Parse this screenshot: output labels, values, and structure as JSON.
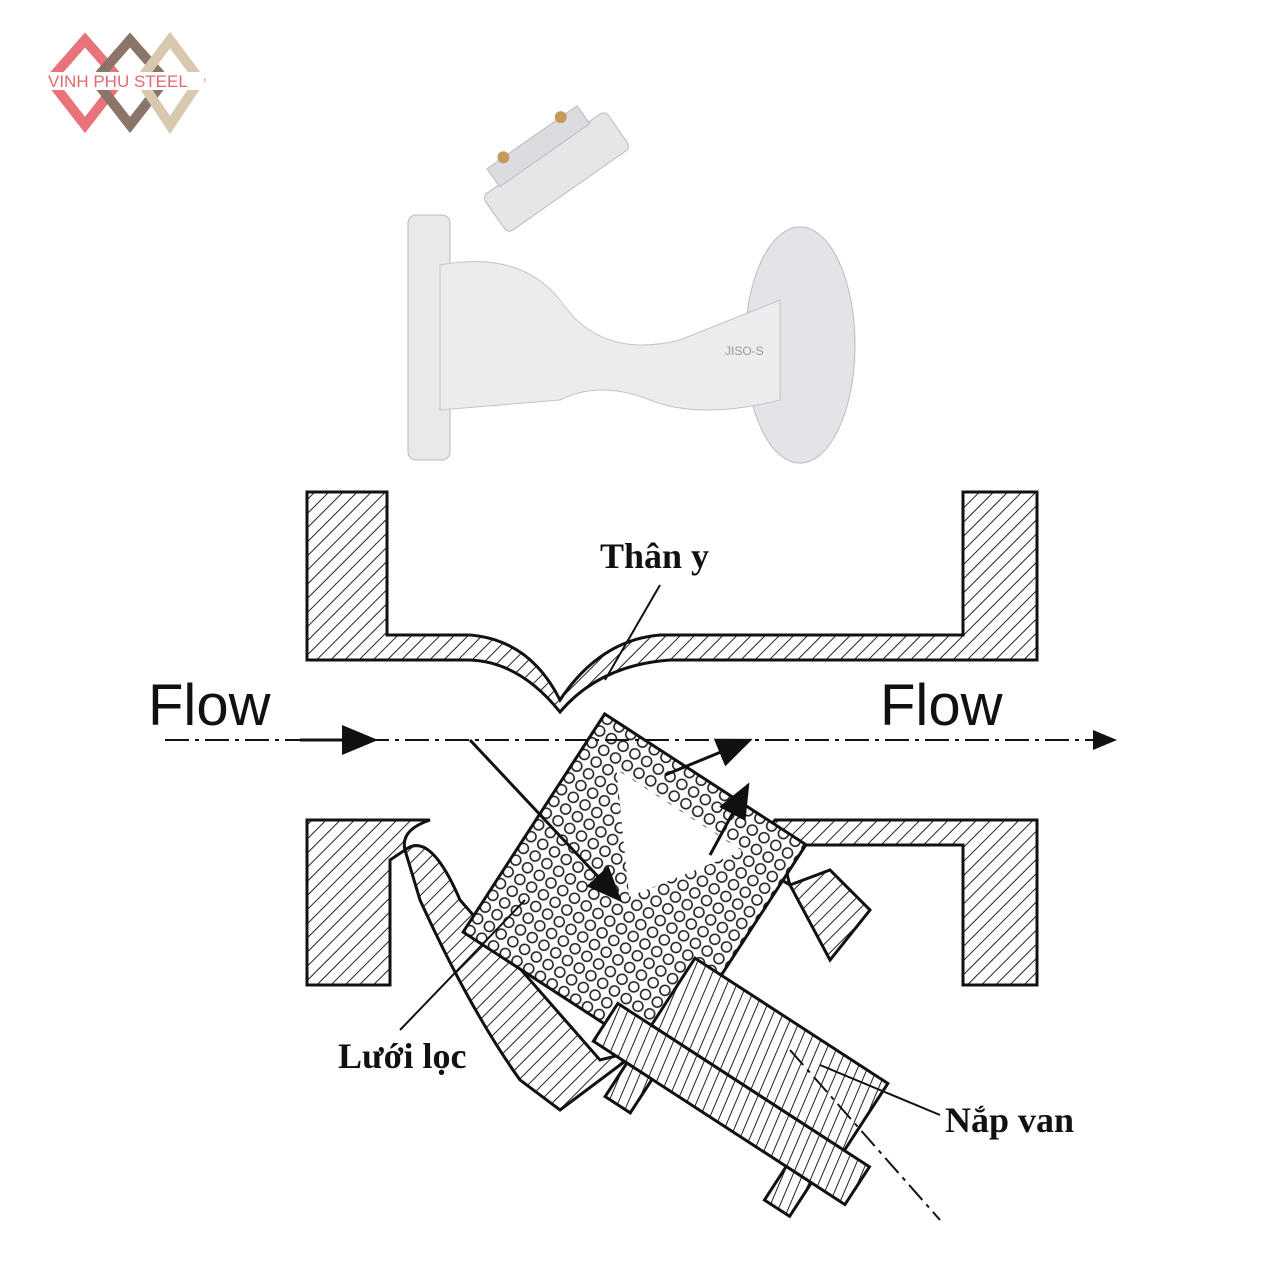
{
  "logo": {
    "text": "VINH PHU STEEL",
    "colors": [
      "#e8737a",
      "#8b7468",
      "#d8c8b0"
    ]
  },
  "diagram": {
    "title": "Y-strainer cross-section",
    "labels": {
      "flow_in": "Flow",
      "flow_out": "Flow",
      "body": "Thân y",
      "screen": "Lưới lọc",
      "cap": "Nắp van"
    },
    "photo_marking": "JISO-S"
  }
}
